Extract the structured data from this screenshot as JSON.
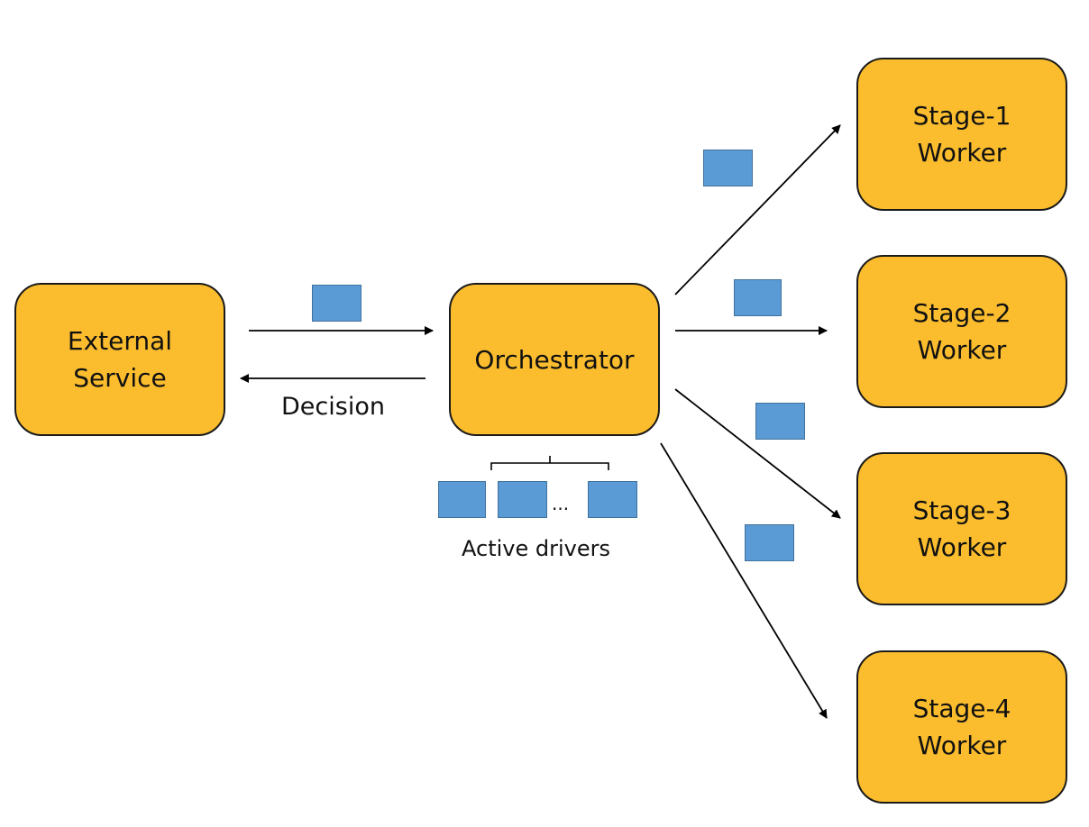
{
  "nodes": {
    "external_service": {
      "line1": "External",
      "line2": "Service"
    },
    "orchestrator": {
      "label": "Orchestrator"
    },
    "stage1": {
      "line1": "Stage-1",
      "line2": "Worker"
    },
    "stage2": {
      "line1": "Stage-2",
      "line2": "Worker"
    },
    "stage3": {
      "line1": "Stage-3",
      "line2": "Worker"
    },
    "stage4": {
      "line1": "Stage-4",
      "line2": "Worker"
    }
  },
  "labels": {
    "decision": "Decision",
    "ellipsis": "...",
    "active_drivers": "Active drivers"
  },
  "colors": {
    "node_fill": "#fbbd2e",
    "token_fill": "#5b9bd5",
    "stroke": "#1a1a1a"
  }
}
